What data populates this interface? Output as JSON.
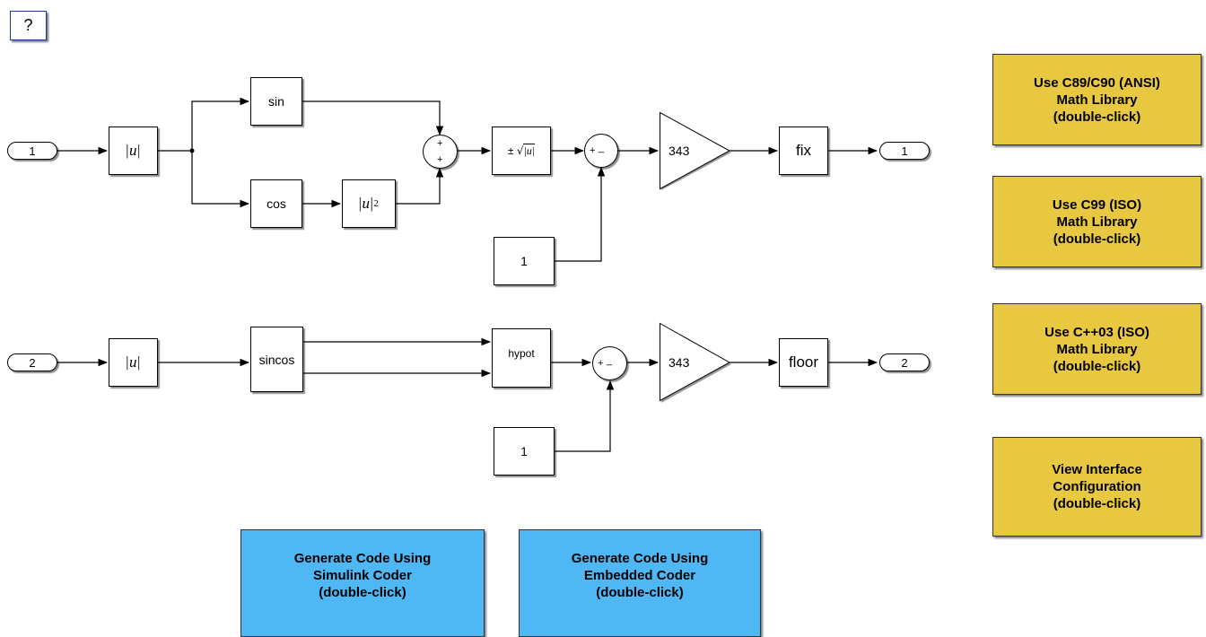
{
  "help_button": {
    "label": "?"
  },
  "row1": {
    "inport": "1",
    "abs_sym": "u",
    "sin": "sin",
    "cos": "cos",
    "abs_sq_sym": "u",
    "abs_sq_exp": "2",
    "sum_signs": [
      "+",
      "+"
    ],
    "sqrt_prefix": "±",
    "sqrt_sym": "u",
    "sub_signs": [
      "+",
      "_"
    ],
    "const": "1",
    "gain": "343",
    "round": "fix",
    "outport": "1"
  },
  "row2": {
    "inport": "2",
    "abs_sym": "u",
    "sincos": "sincos",
    "hypot": "hypot",
    "sub_signs": [
      "+",
      "_"
    ],
    "const": "1",
    "gain": "343",
    "round": "floor",
    "outport": "2"
  },
  "side_buttons": [
    {
      "text": "Use C89/C90 (ANSI)\nMath Library\n(double-click)"
    },
    {
      "text": "Use C99 (ISO)\nMath Library\n(double-click)"
    },
    {
      "text": "Use C++03 (ISO)\nMath Library\n(double-click)"
    },
    {
      "text": "View Interface\nConfiguration\n(double-click)"
    }
  ],
  "bottom_buttons": [
    {
      "text": "Generate Code Using\nSimulink Coder\n(double-click)"
    },
    {
      "text": "Generate Code Using\nEmbedded Coder\n(double-click)"
    }
  ],
  "colors": {
    "annotation_yellow": "#e8c840",
    "annotation_blue": "#4fb8f4",
    "line": "#000000"
  }
}
